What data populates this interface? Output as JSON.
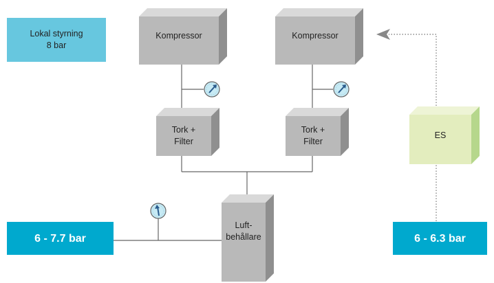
{
  "local_control": {
    "line1": "Lokal styrning",
    "line2": "8 bar"
  },
  "compressors": [
    {
      "label": "Kompressor"
    },
    {
      "label": "Kompressor"
    }
  ],
  "dryers": [
    {
      "line1": "Tork +",
      "line2": "Filter"
    },
    {
      "line1": "Tork +",
      "line2": "Filter"
    }
  ],
  "receiver": {
    "line1": "Luft-",
    "line2": "behållare"
  },
  "es": {
    "label": "ES"
  },
  "pressure_left": {
    "label": "6 - 7.7 bar"
  },
  "pressure_right": {
    "label": "6 - 6.3 bar"
  },
  "colors": {
    "box_gray_front": "#b8b8b8",
    "box_gray_side": "#8e8e8e",
    "box_gray_top": "#d6d6d6",
    "cyan_label": "#67c7df",
    "pressure_bar": "#00a9ce",
    "es_front": "#e3edbe",
    "es_side": "#b8d890",
    "line": "#666666",
    "gauge_fill": "#c7eaf4",
    "gauge_needle": "#2a5b8c"
  }
}
